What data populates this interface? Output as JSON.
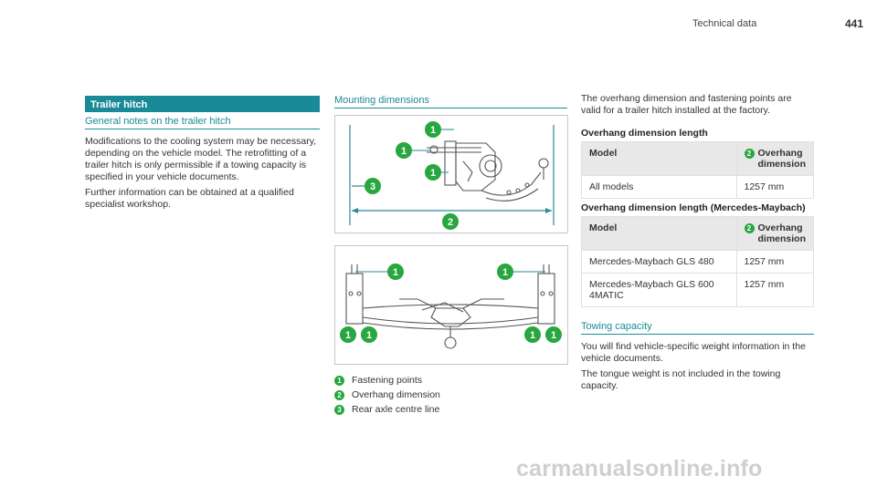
{
  "header": {
    "running_title": "Technical data",
    "page_number": "441"
  },
  "left_column": {
    "section_title": "Trailer hitch",
    "subheading": "General notes on the trailer hitch",
    "paragraphs": [
      "Modifications to the cooling system may be necessary, depending on the vehicle model. The retrofitting of a trailer hitch is only permissible if a towing capacity is specified in your vehicle documents.",
      "Further information can be obtained at a qualified specialist workshop."
    ]
  },
  "middle_column": {
    "subheading": "Mounting dimensions",
    "figure1_callouts": [
      "1",
      "1",
      "1",
      "3",
      "2"
    ],
    "figure2_callouts": [
      "1",
      "1",
      "1",
      "1",
      "1",
      "1"
    ],
    "legend": [
      {
        "num": "1",
        "text": "Fastening points"
      },
      {
        "num": "2",
        "text": "Overhang dimension"
      },
      {
        "num": "3",
        "text": "Rear axle centre line"
      }
    ]
  },
  "right_column": {
    "intro": "The overhang dimension and fastening points are valid for a trailer hitch installed at the factory.",
    "table1": {
      "title": "Overhang dimension length",
      "col_model": "Model",
      "col_badge": "2",
      "col_overhang": "Overhang dimension",
      "rows": [
        {
          "model": "All models",
          "value": "1257 mm"
        }
      ]
    },
    "table2": {
      "title": "Overhang dimension length (Mercedes-Maybach)",
      "col_model": "Model",
      "col_badge": "2",
      "col_overhang": "Overhang dimension",
      "rows": [
        {
          "model": "Mercedes-Maybach GLS 480",
          "value": "1257 mm"
        },
        {
          "model": "Mercedes-Maybach GLS 600 4MATIC",
          "value": "1257 mm"
        }
      ]
    },
    "towing": {
      "subheading": "Towing capacity",
      "paragraphs": [
        "You will find vehicle-specific weight information in the vehicle documents.",
        "The tongue weight is not included in the towing capacity."
      ]
    }
  },
  "watermark": "carmanualsonline.info",
  "colors": {
    "accent": "#1a8a98",
    "callout": "#28a63f",
    "diagram_line": "#2a8a96"
  }
}
